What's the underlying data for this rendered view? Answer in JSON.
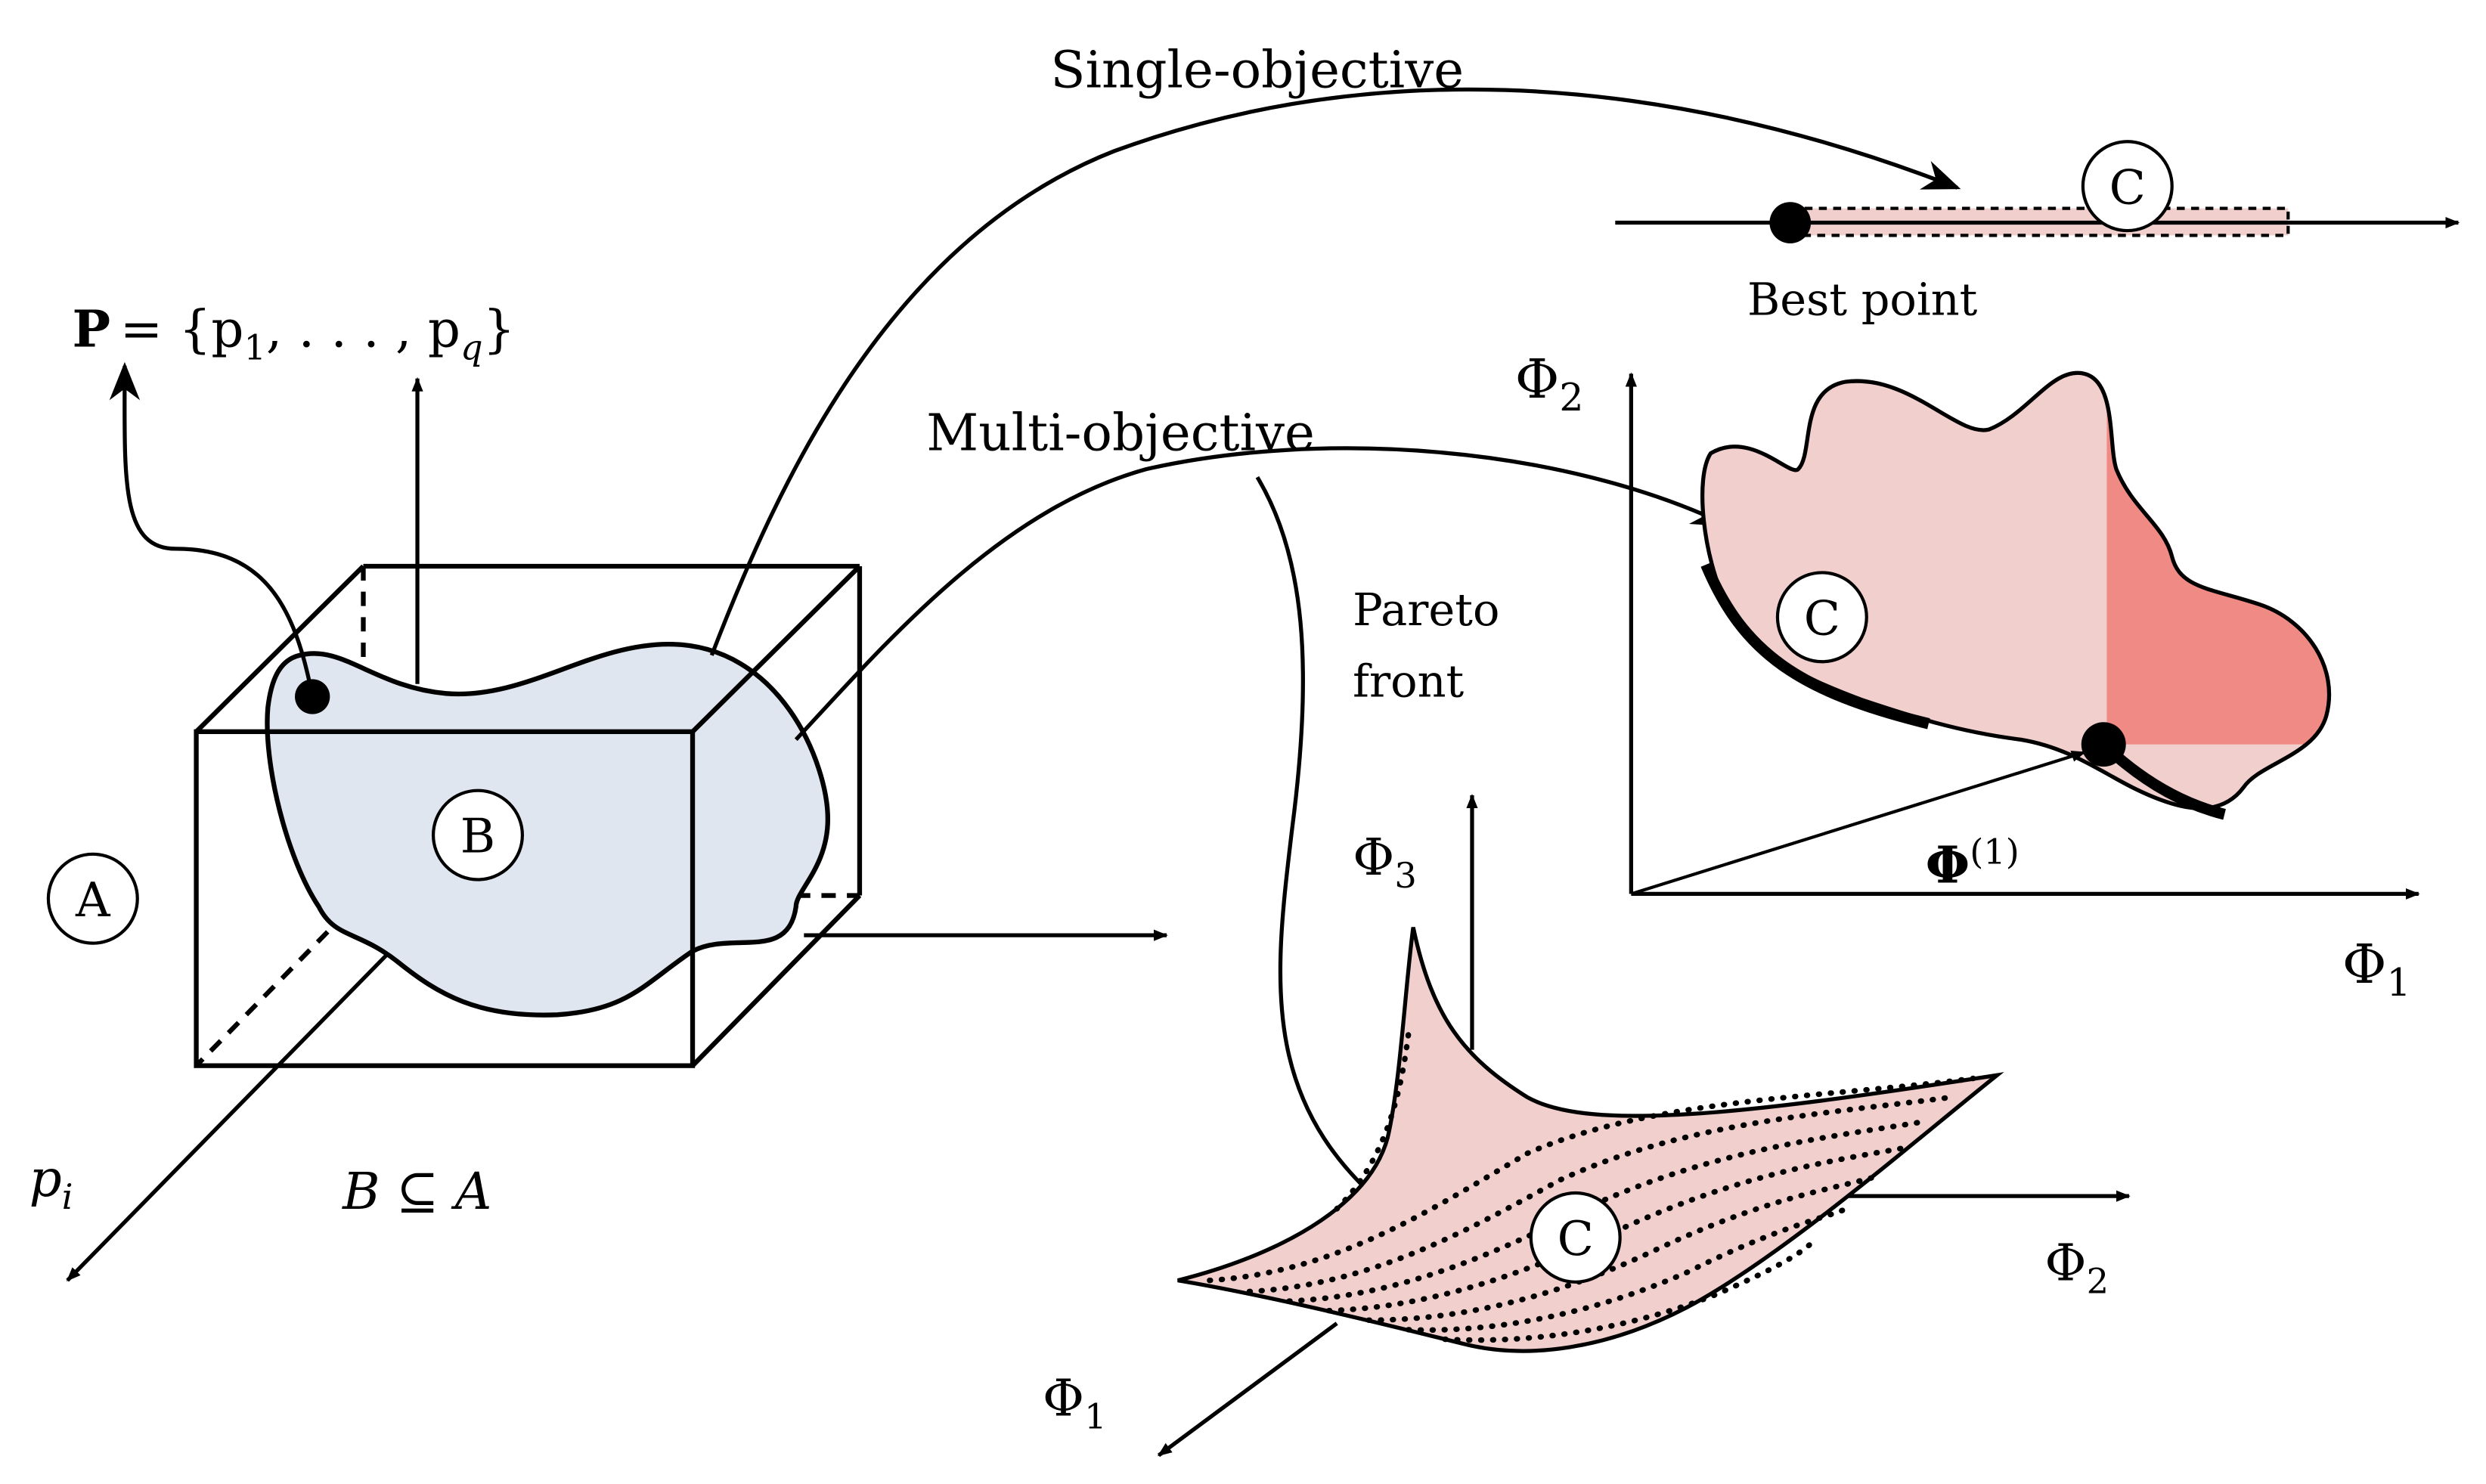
{
  "labels": {
    "single_objective": "Single-objective",
    "multi_objective": "Multi-objective",
    "best_point": "Best point",
    "pareto_front_line1": "Pareto",
    "pareto_front_line2": "front",
    "circle_a": "A",
    "circle_b": "B",
    "circle_c": "C",
    "subset_relation": "B ⊆ A",
    "param_axis": "p",
    "param_axis_sub": "i",
    "param_set_lhs": "P",
    "param_set_rhs": "= {p",
    "param_set_sub1": "1",
    "param_set_mid": ", . . . , p",
    "param_set_subq": "q",
    "param_set_close": "}"
  },
  "axes": {
    "phi": "Φ",
    "sub1": "1",
    "sub2": "2",
    "sub3": "3",
    "phi_point_sup": "(1)"
  },
  "colors": {
    "region_b_fill": "#dfe6f0",
    "objective_fill": "#f0cfcd",
    "dominated_fill": "#f08a84",
    "stroke": "#000000"
  }
}
